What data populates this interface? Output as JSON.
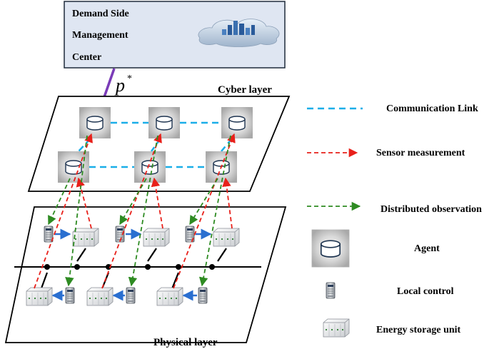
{
  "center": {
    "line1": "Demand Side",
    "line2": "Management",
    "line3": "Center",
    "icon": "cloud-city-icon"
  },
  "signal": {
    "symbol": "p",
    "superscript": "*"
  },
  "layers": {
    "cyber": "Cyber layer",
    "physical": "Physical layer"
  },
  "legend": {
    "communication_link": "Communication Link",
    "sensor_measurement": "Sensor measurement",
    "distributed_observation": "Distributed observation",
    "agent": "Agent",
    "local_control": "Local control",
    "energy_storage_unit": "Energy storage unit"
  },
  "colors": {
    "communication": "#1aaee8",
    "sensor": "#e8201a",
    "observation": "#2e8b22",
    "control_arrow": "#2a6fd0",
    "dsm_arrow": "#7b3cb8",
    "center_fill": "#dfe6f2"
  }
}
